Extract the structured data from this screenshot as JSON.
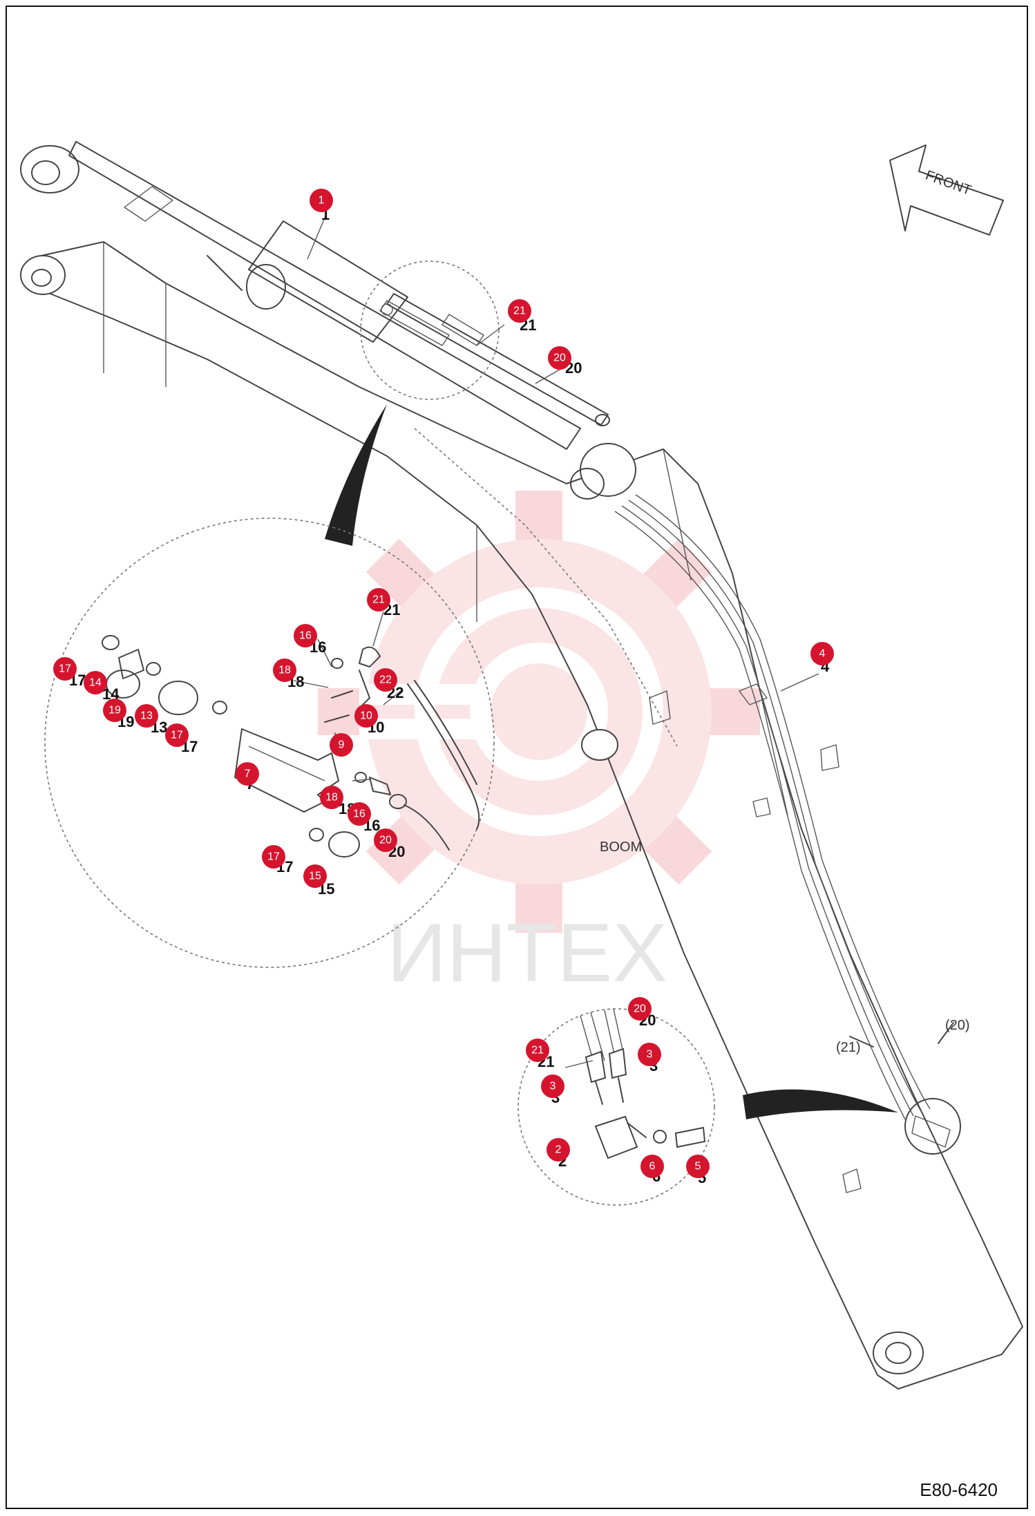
{
  "diagram": {
    "front_label": "FRONT",
    "boom_label": "BOOM",
    "hose_ref_a": "(21)",
    "hose_ref_b": "(20)",
    "watermark_text": "ИНТЕХ",
    "document_code": "E80-6420",
    "parts": [
      {
        "id": "1",
        "label": "1"
      },
      {
        "id": "21",
        "label": "21"
      },
      {
        "id": "20",
        "label": "20"
      },
      {
        "id": "4",
        "label": "4"
      },
      {
        "id": "21b",
        "label": "21"
      },
      {
        "id": "16",
        "label": "16"
      },
      {
        "id": "18",
        "label": "18"
      },
      {
        "id": "22",
        "label": "22"
      },
      {
        "id": "10",
        "label": "10"
      },
      {
        "id": "9",
        "label": "9"
      },
      {
        "id": "17",
        "label": "17"
      },
      {
        "id": "14",
        "label": "14"
      },
      {
        "id": "19",
        "label": "19"
      },
      {
        "id": "13",
        "label": "13"
      },
      {
        "id": "17b",
        "label": "17"
      },
      {
        "id": "7",
        "label": "7"
      },
      {
        "id": "18b",
        "label": "18"
      },
      {
        "id": "16b",
        "label": "16"
      },
      {
        "id": "20b",
        "label": "20"
      },
      {
        "id": "17c",
        "label": "17"
      },
      {
        "id": "15",
        "label": "15"
      },
      {
        "id": "20c",
        "label": "20"
      },
      {
        "id": "21c",
        "label": "21"
      },
      {
        "id": "3",
        "label": "3"
      },
      {
        "id": "3b",
        "label": "3"
      },
      {
        "id": "2",
        "label": "2"
      },
      {
        "id": "6",
        "label": "6"
      },
      {
        "id": "5",
        "label": "5"
      }
    ],
    "colors": {
      "marker": "#d5142e",
      "watermark": "#f4c4c8",
      "line": "#444444"
    }
  }
}
